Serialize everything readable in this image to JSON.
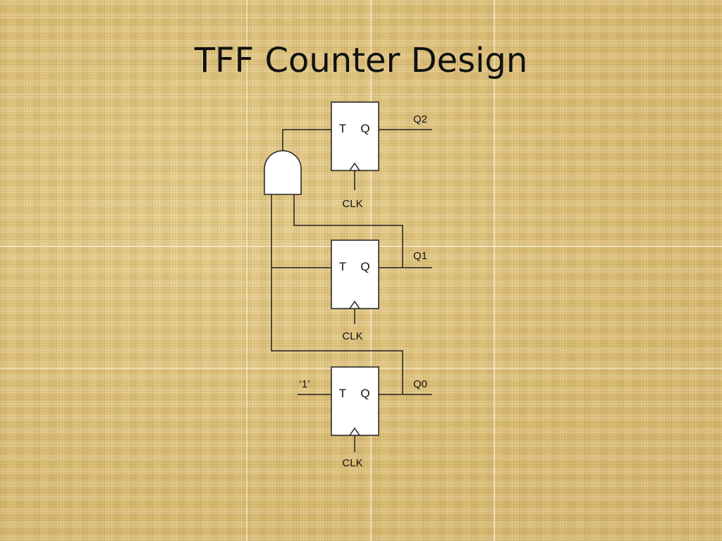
{
  "slide": {
    "title": "TFF Counter Design"
  },
  "diagram": {
    "flip_flops": [
      {
        "id": "ff2",
        "input_label": "T",
        "output_label": "Q",
        "clock_label": "CLK",
        "output_signal": "Q2"
      },
      {
        "id": "ff1",
        "input_label": "T",
        "output_label": "Q",
        "clock_label": "CLK",
        "output_signal": "Q1"
      },
      {
        "id": "ff0",
        "input_label": "T",
        "output_label": "Q",
        "clock_label": "CLK",
        "output_signal": "Q0"
      }
    ],
    "constant_input": "‘1’",
    "gates": [
      {
        "type": "and",
        "drives": "ff2"
      }
    ]
  },
  "colors": {
    "background": "#e2c784",
    "line": "#222222",
    "box_fill": "#ffffff"
  }
}
